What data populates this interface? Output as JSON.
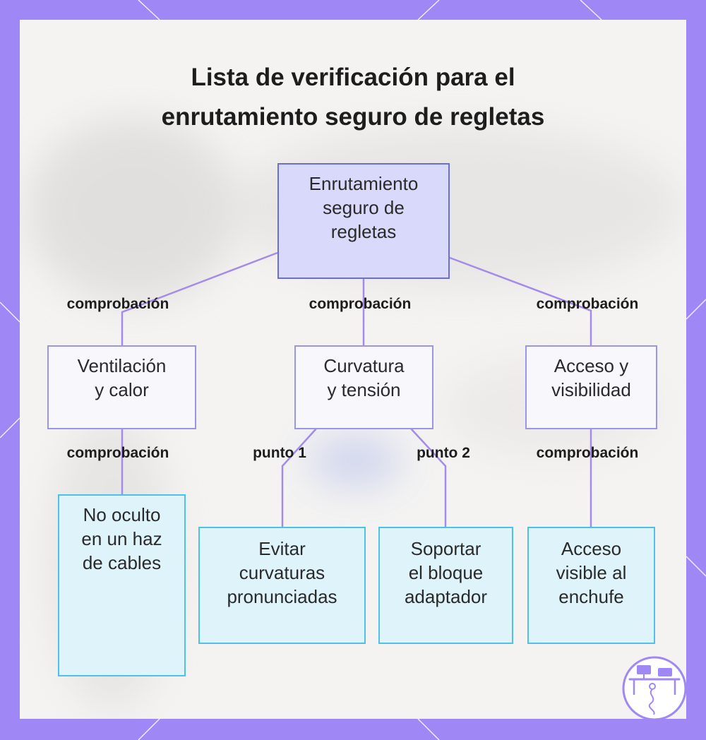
{
  "title_line1": "Lista de verificación para el",
  "title_line2": "enrutamiento seguro de regletas",
  "colors": {
    "frame": "#9f87f5",
    "root_fill": "#d9d9fb",
    "root_border": "#6b6fd3",
    "mid_border": "#9b95e8",
    "leaf_fill": "#def3fa",
    "leaf_border": "#4cc3e6",
    "connector": "#a58be8"
  },
  "nodes": {
    "root": {
      "line1": "Enrutamiento",
      "line2": "seguro de",
      "line3": "regletas"
    },
    "ventilation": {
      "line1": "Ventilación",
      "line2": "y calor"
    },
    "curvature": {
      "line1": "Curvatura",
      "line2": "y tensión"
    },
    "access": {
      "line1": "Acceso y",
      "line2": "visibilidad"
    },
    "not_hidden": {
      "line1": "No oculto",
      "line2": "en un haz",
      "line3": "de cables"
    },
    "avoid_bends": {
      "line1": "Evitar",
      "line2": "curvaturas",
      "line3": "pronunciadas"
    },
    "support_adapter": {
      "line1": "Soportar",
      "line2": "el bloque",
      "line3": "adaptador"
    },
    "visible_access": {
      "line1": "Acceso",
      "line2": "visible al",
      "line3": "enchufe"
    }
  },
  "edge_labels": {
    "root_to_ventilation": "comprobación",
    "root_to_curvature": "comprobación",
    "root_to_access": "comprobación",
    "ventilation_to_not_hidden": "comprobación",
    "curvature_point1": "punto 1",
    "curvature_point2": "punto 2",
    "access_to_visible": "comprobación"
  },
  "logo_icon": "desk-with-monitors-and-cable-icon"
}
